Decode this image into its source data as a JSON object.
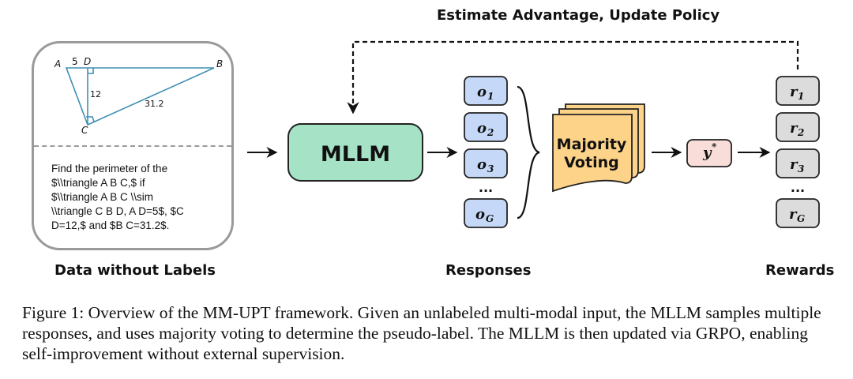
{
  "top_label": "Estimate Advantage, Update Policy",
  "data_panel": {
    "triangle_labels": {
      "A": "A",
      "B": "B",
      "C": "C",
      "D": "D",
      "ad": "5",
      "cd": "12",
      "bc": "31.2"
    },
    "question": "Find the perimeter of the\n$\\\\triangle A B C,$ if\n$\\\\triangle A B C \\\\sim\n\\\\triangle C B D, A D=5$, $C\nD=12,$ and $B C=31.2$."
  },
  "mllm_label": "MLLM",
  "responses": {
    "items": [
      "o₁",
      "o₂",
      "o₃",
      "o_G"
    ],
    "ellipsis": "..."
  },
  "majority_voting": {
    "line1": "Majority",
    "line2": "Voting"
  },
  "pseudo_label": "y*",
  "rewards": {
    "items": [
      "r₁",
      "r₂",
      "r₃",
      "r_G"
    ],
    "ellipsis": "..."
  },
  "bottom_labels": {
    "data": "Data without Labels",
    "responses": "Responses",
    "rewards": "Rewards"
  },
  "caption": "Figure 1: Overview of the MM-UPT framework. Given an unlabeled multi-modal input, the MLLM samples multiple responses, and uses majority voting to determine the pseudo-label. The MLLM is then updated via GRPO, enabling self-improvement without external supervision.",
  "colors": {
    "mllm_fill": "#a6e3c6",
    "response_fill": "#c6d8f7",
    "voting_fill": "#fdd38a",
    "pseudo_fill": "#f8ddd8",
    "reward_fill": "#dcdcdc",
    "triangle_stroke": "#3f8fb4"
  }
}
